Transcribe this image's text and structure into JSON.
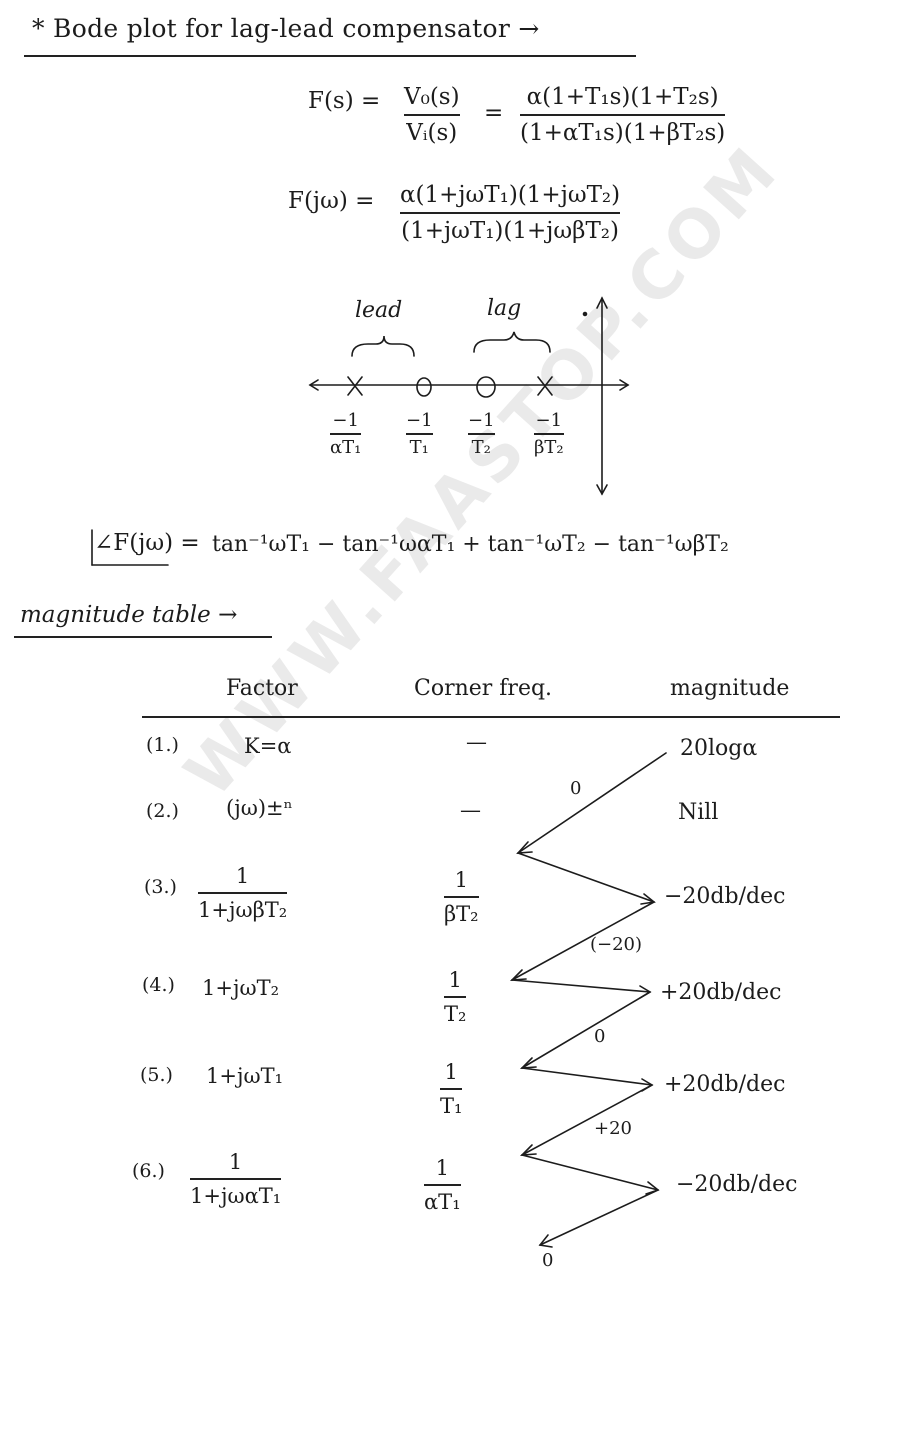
{
  "title": "* Bode plot for lag-lead compensator →",
  "transfer_function": {
    "lhs": "F(s) =",
    "ratio_num": "V₀(s)",
    "ratio_den": "Vᵢ(s)",
    "eq_sign": "=",
    "num": "α(1+T₁s)(1+T₂s)",
    "den": "(1+αT₁s)(1+βT₂s)"
  },
  "frequency_response": {
    "lhs": "F(jω) =",
    "num": "α(1+jωT₁)(1+jωT₂)",
    "den": "(1+jωT₁)(1+jωβT₂)"
  },
  "pole_zero_plot": {
    "lead_label": "lead",
    "lag_label": "lag",
    "points": [
      {
        "marker": "×",
        "type": "pole",
        "num": "−1",
        "den": "αT₁"
      },
      {
        "marker": "o",
        "type": "zero",
        "num": "−1",
        "den": "T₁"
      },
      {
        "marker": "o",
        "type": "zero",
        "num": "−1",
        "den": "T₂"
      },
      {
        "marker": "×",
        "type": "pole",
        "num": "−1",
        "den": "βT₂"
      }
    ]
  },
  "phase_equation": {
    "lhs": "∠F(jω) =",
    "rhs": "tan⁻¹ωT₁ − tan⁻¹ωαT₁ + tan⁻¹ωT₂ − tan⁻¹ωβT₂"
  },
  "magnitude_table": {
    "heading": "magnitude table →",
    "columns": [
      "Factor",
      "Corner freq.",
      "magnitude"
    ],
    "rows": [
      {
        "index": "(1.)",
        "factor": "K=α",
        "factor_num": "",
        "factor_den": "",
        "corner": "—",
        "corner_num": "",
        "corner_den": "",
        "magnitude": "20logα"
      },
      {
        "index": "(2.)",
        "factor": "(jω)±ⁿ",
        "factor_num": "",
        "factor_den": "",
        "corner": "—",
        "corner_num": "",
        "corner_den": "",
        "magnitude": "Nill"
      },
      {
        "index": "(3.)",
        "factor": "",
        "factor_num": "1",
        "factor_den": "1+jωβT₂",
        "corner": "",
        "corner_num": "1",
        "corner_den": "βT₂",
        "magnitude": "−20db/dec"
      },
      {
        "index": "(4.)",
        "factor": "1+jωT₂",
        "factor_num": "",
        "factor_den": "",
        "corner": "",
        "corner_num": "1",
        "corner_den": "T₂",
        "magnitude": "+20db/dec"
      },
      {
        "index": "(5.)",
        "factor": "1+jωT₁",
        "factor_num": "",
        "factor_den": "",
        "corner": "",
        "corner_num": "1",
        "corner_den": "T₁",
        "magnitude": "+20db/dec"
      },
      {
        "index": "(6.)",
        "factor": "",
        "factor_num": "1",
        "factor_den": "1+jωαT₁",
        "corner": "",
        "corner_num": "1",
        "corner_den": "αT₁",
        "magnitude": "−20db/dec"
      }
    ],
    "net_slopes": [
      "0",
      "(−20)",
      "0",
      "+20",
      "0"
    ]
  },
  "watermark": "WWW.FAASTOP.COM"
}
